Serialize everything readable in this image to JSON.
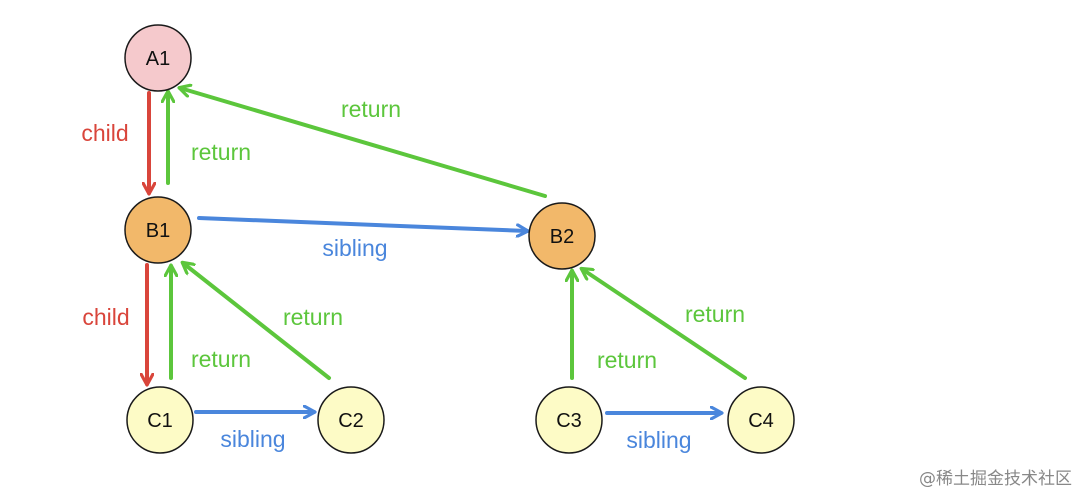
{
  "colors": {
    "child": "#d9453b",
    "return": "#5cc63c",
    "sibling": "#4a86dc",
    "node_stroke": "#1a1a1a",
    "node_a_fill": "#f5c9cc",
    "node_b_fill": "#f2b86a",
    "node_c_fill": "#fdfbc6"
  },
  "nodes": [
    {
      "id": "A1",
      "label": "A1",
      "fill": "node_a_fill"
    },
    {
      "id": "B1",
      "label": "B1",
      "fill": "node_b_fill"
    },
    {
      "id": "B2",
      "label": "B2",
      "fill": "node_b_fill"
    },
    {
      "id": "C1",
      "label": "C1",
      "fill": "node_c_fill"
    },
    {
      "id": "C2",
      "label": "C2",
      "fill": "node_c_fill"
    },
    {
      "id": "C3",
      "label": "C3",
      "fill": "node_c_fill"
    },
    {
      "id": "C4",
      "label": "C4",
      "fill": "node_c_fill"
    }
  ],
  "edges": [
    {
      "id": "A1-child-B1",
      "from": "A1",
      "to": "B1",
      "kind": "child",
      "label": "child"
    },
    {
      "id": "B1-return-A1",
      "from": "B1",
      "to": "A1",
      "kind": "return",
      "label": "return"
    },
    {
      "id": "B2-return-A1",
      "from": "B2",
      "to": "A1",
      "kind": "return",
      "label": "return"
    },
    {
      "id": "B1-sibling-B2",
      "from": "B1",
      "to": "B2",
      "kind": "sibling",
      "label": "sibling"
    },
    {
      "id": "B1-child-C1",
      "from": "B1",
      "to": "C1",
      "kind": "child",
      "label": "child"
    },
    {
      "id": "C1-return-B1",
      "from": "C1",
      "to": "B1",
      "kind": "return",
      "label": "return"
    },
    {
      "id": "C2-return-B1",
      "from": "C2",
      "to": "B1",
      "kind": "return",
      "label": "return"
    },
    {
      "id": "C1-sibling-C2",
      "from": "C1",
      "to": "C2",
      "kind": "sibling",
      "label": "sibling"
    },
    {
      "id": "C3-return-B2",
      "from": "C3",
      "to": "B2",
      "kind": "return",
      "label": "return"
    },
    {
      "id": "C4-return-B2",
      "from": "C4",
      "to": "B2",
      "kind": "return",
      "label": "return"
    },
    {
      "id": "C3-sibling-C4",
      "from": "C3",
      "to": "C4",
      "kind": "sibling",
      "label": "sibling"
    }
  ],
  "watermark": "@稀土掘金技术社区"
}
